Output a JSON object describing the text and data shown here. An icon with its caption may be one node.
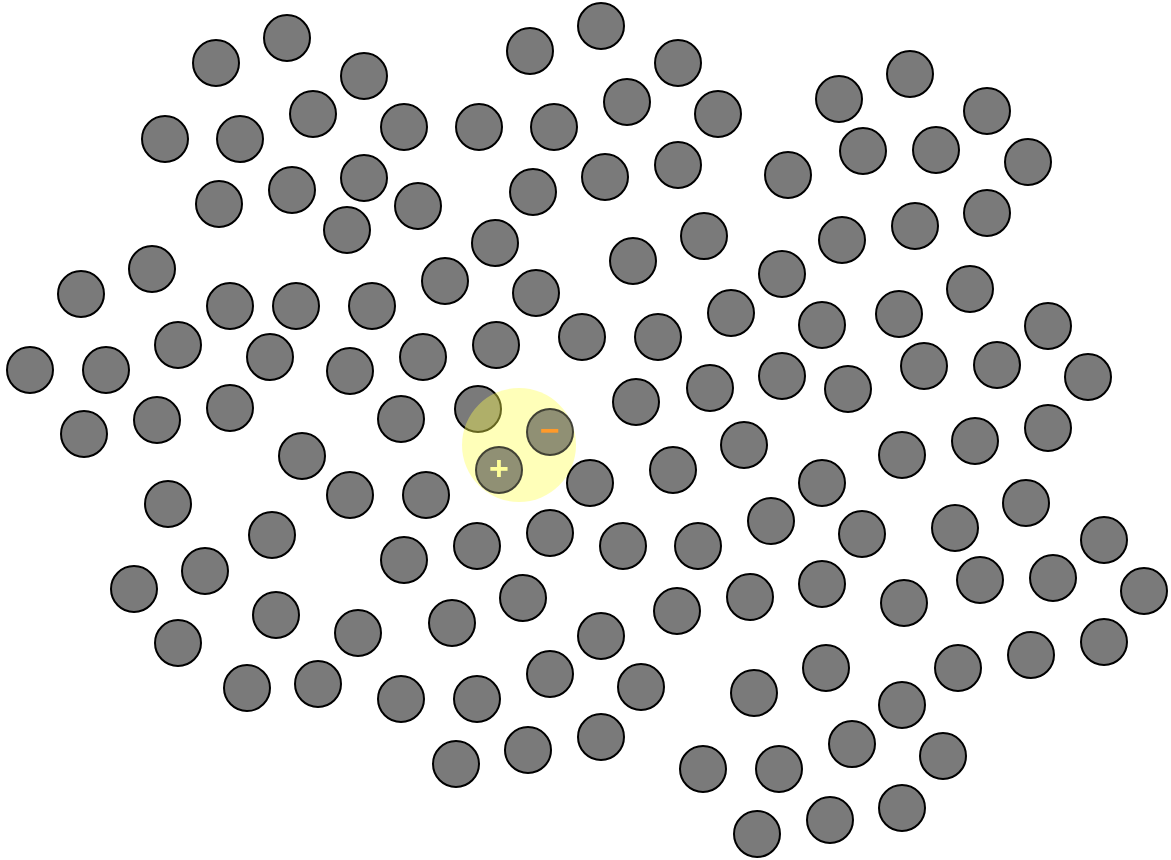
{
  "diagram": {
    "nodes": [
      {
        "text": [],
        "shape": "circle"
      },
      {
        "text": [],
        "shape": "circle"
      },
      {
        "text": [],
        "shape": "circle"
      },
      {
        "text": [],
        "shape": "circle"
      },
      {
        "text": [],
        "shape": "circle"
      },
      {
        "text": [],
        "shape": "circle"
      },
      {
        "text": [],
        "shape": "circle"
      },
      {
        "text": [],
        "shape": "circle"
      },
      {
        "text": [],
        "shape": "circle"
      },
      {
        "text": [],
        "shape": "circle"
      },
      {
        "text": [],
        "shape": "circle"
      },
      {
        "text": [],
        "shape": "circle"
      },
      {
        "text": [],
        "shape": "circle"
      },
      {
        "text": [],
        "shape": "circle"
      },
      {
        "text": [],
        "shape": "circle"
      },
      {
        "text": [],
        "shape": "circle"
      },
      {
        "text": [],
        "shape": "circle"
      },
      {
        "text": [],
        "shape": "circle"
      },
      {
        "text": [],
        "shape": "circle"
      },
      {
        "text": [],
        "shape": "circle"
      },
      {
        "text": [],
        "shape": "circle"
      },
      {
        "text": [],
        "shape": "circle"
      },
      {
        "text": [],
        "shape": "circle"
      },
      {
        "text": [],
        "shape": "circle"
      },
      {
        "text": [],
        "shape": "circle"
      },
      {
        "text": [],
        "shape": "circle"
      },
      {
        "text": [],
        "shape": "circle"
      },
      {
        "text": [],
        "shape": "circle"
      },
      {
        "text": [],
        "shape": "circle"
      },
      {
        "text": [],
        "shape": "circle"
      },
      {
        "text": [],
        "shape": "circle"
      },
      {
        "text": [],
        "shape": "circle"
      },
      {
        "text": [],
        "shape": "circle"
      },
      {
        "text": [],
        "shape": "circle"
      },
      {
        "text": [],
        "shape": "circle"
      },
      {
        "text": [],
        "shape": "circle"
      },
      {
        "text": [],
        "shape": "circle"
      },
      {
        "text": [],
        "shape": "circle"
      },
      {
        "text": [],
        "shape": "circle"
      },
      {
        "text": [],
        "shape": "circle"
      },
      {
        "text": [],
        "shape": "circle"
      },
      {
        "text": [],
        "shape": "circle"
      },
      {
        "text": [],
        "shape": "circle"
      },
      {
        "text": [],
        "shape": "circle"
      },
      {
        "text": [],
        "shape": "circle"
      },
      {
        "text": [],
        "shape": "circle"
      },
      {
        "text": [],
        "shape": "circle"
      },
      {
        "text": [],
        "shape": "circle"
      },
      {
        "text": [],
        "shape": "circle"
      },
      {
        "text": [],
        "shape": "circle"
      },
      {
        "text": [],
        "shape": "circle"
      },
      {
        "text": [],
        "shape": "circle"
      },
      {
        "text": [],
        "shape": "circle"
      },
      {
        "text": [],
        "shape": "circle"
      },
      {
        "text": [],
        "shape": "circle"
      },
      {
        "text": [],
        "shape": "circle"
      },
      {
        "text": [],
        "shape": "circle"
      },
      {
        "text": [],
        "shape": "circle"
      },
      {
        "text": [],
        "shape": "circle"
      },
      {
        "text": [],
        "shape": "circle"
      },
      {
        "text": [],
        "shape": "circle"
      },
      {
        "text": [],
        "shape": "circle"
      },
      {
        "text": [],
        "shape": "circle"
      },
      {
        "text": [],
        "shape": "circle"
      },
      {
        "text": [],
        "shape": "circle"
      },
      {
        "text": [],
        "shape": "circle"
      },
      {
        "text": [],
        "shape": "circle"
      },
      {
        "text": [],
        "shape": "circle"
      },
      {
        "text": [],
        "shape": "circle"
      },
      {
        "text": [],
        "shape": "circle"
      },
      {
        "text": [],
        "shape": "circle"
      },
      {
        "text": [],
        "shape": "circle"
      },
      {
        "text": [],
        "shape": "circle"
      },
      {
        "text": [],
        "shape": "circle"
      },
      {
        "text": [],
        "shape": "circle"
      },
      {
        "text": [],
        "shape": "circle"
      },
      {
        "text": [],
        "shape": "circle"
      },
      {
        "text": [],
        "shape": "circle"
      },
      {
        "text": [],
        "shape": "circle"
      },
      {
        "text": [],
        "shape": "circle"
      },
      {
        "text": [],
        "shape": "circle"
      },
      {
        "text": [],
        "shape": "circle"
      },
      {
        "text": [],
        "shape": "circle"
      },
      {
        "text": [],
        "shape": "circle"
      },
      {
        "text": [],
        "shape": "circle"
      },
      {
        "text": [],
        "shape": "circle"
      },
      {
        "text": [],
        "shape": "circle"
      },
      {
        "text": [],
        "shape": "circle"
      },
      {
        "text": [],
        "shape": "circle"
      },
      {
        "text": [],
        "shape": "circle"
      },
      {
        "text": [],
        "shape": "circle"
      },
      {
        "text": [],
        "shape": "circle"
      },
      {
        "text": [],
        "shape": "circle"
      },
      {
        "text": [],
        "shape": "circle"
      },
      {
        "text": [],
        "shape": "circle"
      },
      {
        "text": [],
        "shape": "circle"
      },
      {
        "text": [],
        "shape": "circle"
      },
      {
        "text": [],
        "shape": "circle"
      },
      {
        "text": [],
        "shape": "circle"
      },
      {
        "text": [],
        "shape": "circle"
      },
      {
        "text": [],
        "shape": "circle"
      },
      {
        "text": [],
        "shape": "circle"
      },
      {
        "text": [],
        "shape": "circle"
      },
      {
        "text": [],
        "shape": "circle"
      },
      {
        "text": [],
        "shape": "circle"
      },
      {
        "text": [],
        "shape": "circle"
      },
      {
        "text": [],
        "shape": "circle"
      },
      {
        "text": [],
        "shape": "circle"
      },
      {
        "text": [],
        "shape": "circle"
      },
      {
        "text": [],
        "shape": "circle"
      },
      {
        "text": [],
        "shape": "circle"
      },
      {
        "text": [],
        "shape": "circle"
      },
      {
        "text": [],
        "shape": "circle"
      },
      {
        "text": [],
        "shape": "circle"
      },
      {
        "text": [],
        "shape": "circle"
      },
      {
        "text": [],
        "shape": "circle"
      },
      {
        "text": [],
        "shape": "circle"
      },
      {
        "text": [],
        "shape": "circle"
      },
      {
        "text": [],
        "shape": "circle"
      },
      {
        "text": [],
        "shape": "circle"
      },
      {
        "text": [],
        "shape": "circle"
      },
      {
        "text": [],
        "shape": "circle"
      },
      {
        "text": [],
        "shape": "circle"
      },
      {
        "text": [],
        "shape": "circle"
      },
      {
        "text": [],
        "shape": "circle"
      },
      {
        "text": [],
        "shape": "circle"
      },
      {
        "text": [],
        "shape": "circle"
      },
      {
        "text": [],
        "shape": "circle"
      },
      {
        "text": [],
        "shape": "circle"
      },
      {
        "text": [
          "−"
        ],
        "in": 128
      },
      {
        "text": [
          "+"
        ],
        "in": 128
      }
    ]
  }
}
